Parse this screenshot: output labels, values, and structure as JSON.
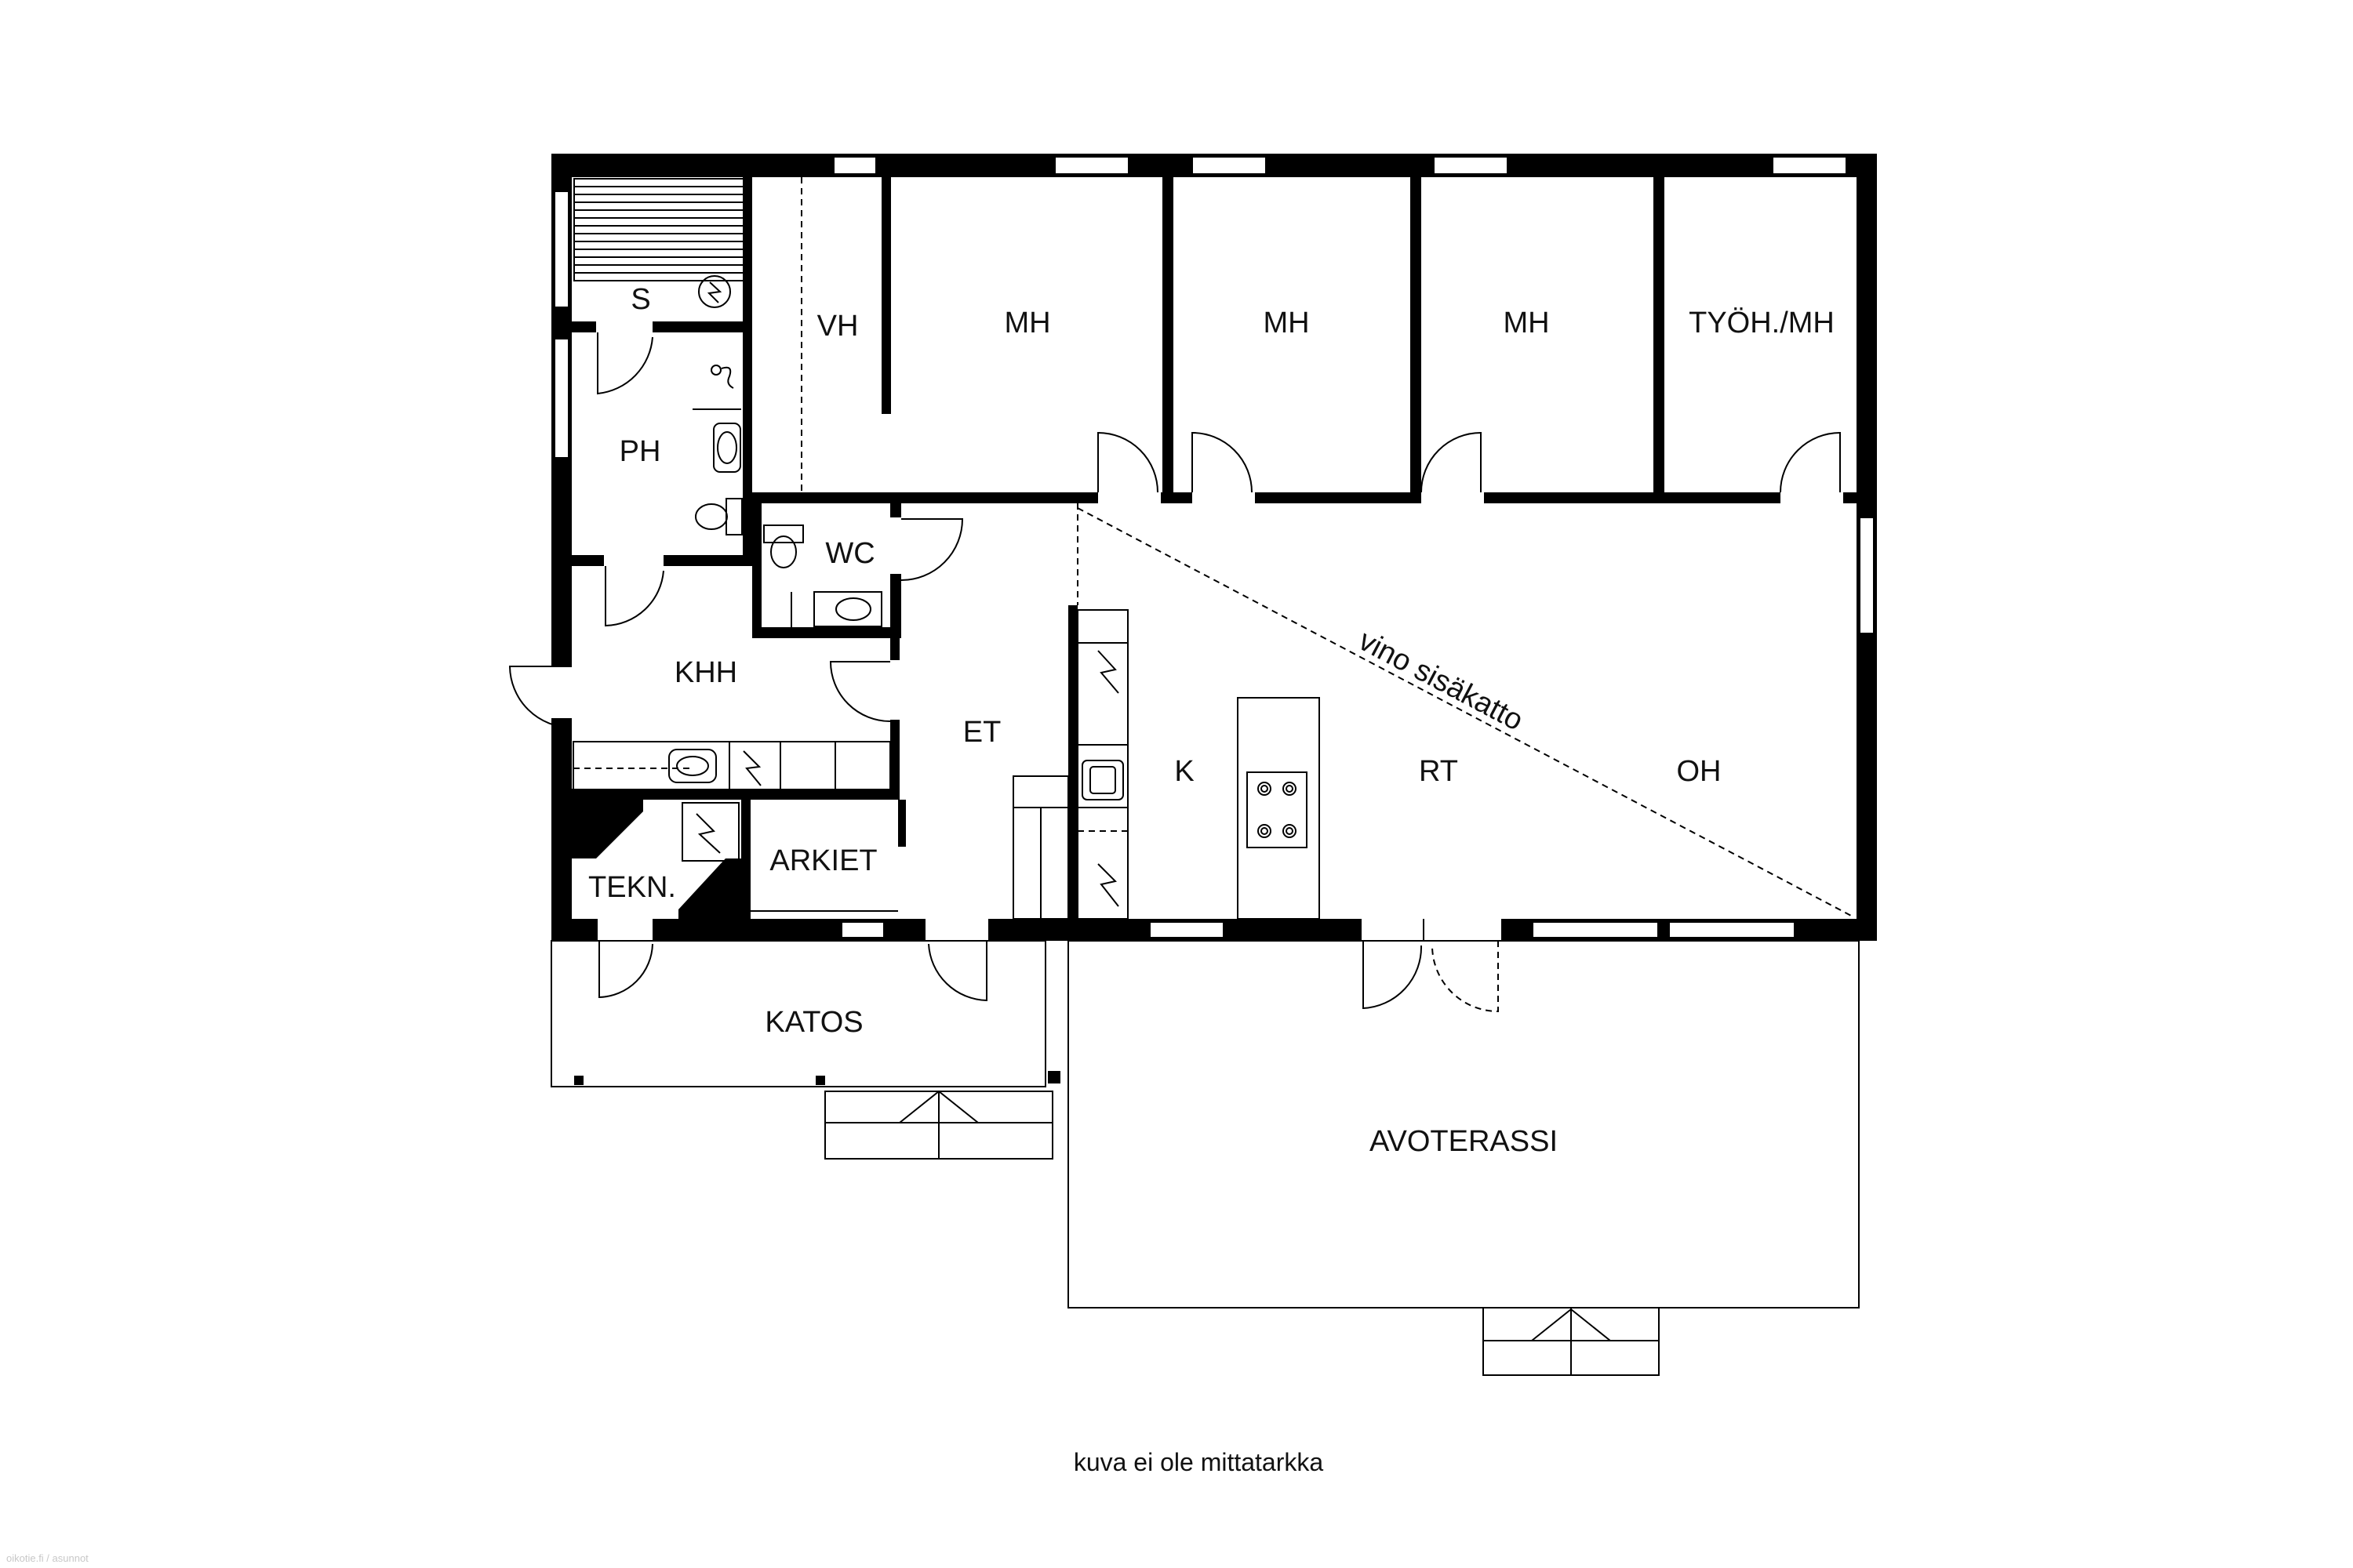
{
  "rooms": {
    "s": "S",
    "vh": "VH",
    "mh1": "MH",
    "mh2": "MH",
    "mh3": "MH",
    "tyoh": "TYÖH./MH",
    "ph": "PH",
    "wc": "WC",
    "khh": "KHH",
    "et": "ET",
    "k": "K",
    "rt": "RT",
    "oh": "OH",
    "tekn": "TEKN.",
    "arkiet": "ARKIET",
    "katos": "KATOS",
    "avoterassi": "AVOTERASSI"
  },
  "annotations": {
    "sloped_ceiling": "vino sisäkatto",
    "scale_note": "kuva ei ole mittatarkka",
    "watermark": "oikotie.fi / asunnot"
  },
  "colors": {
    "wall": "#000000",
    "background": "#ffffff"
  }
}
